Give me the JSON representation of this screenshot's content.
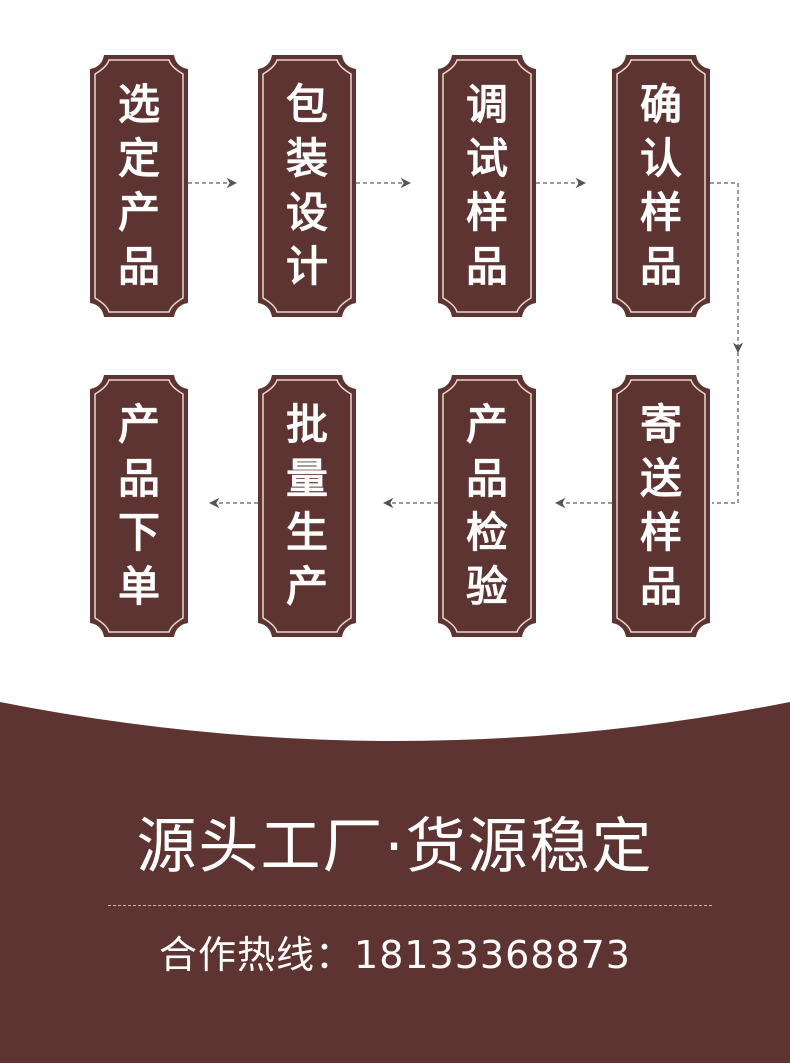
{
  "colors": {
    "plate": "#5e3432",
    "plate_border": "#e8d6cf",
    "connector": "#666666",
    "footer_bg": "#5e3432",
    "text": "#ffffff"
  },
  "steps": [
    {
      "chars": [
        "选",
        "定",
        "产",
        "品"
      ]
    },
    {
      "chars": [
        "包",
        "装",
        "设",
        "计"
      ]
    },
    {
      "chars": [
        "调",
        "试",
        "样",
        "品"
      ]
    },
    {
      "chars": [
        "确",
        "认",
        "样",
        "品"
      ]
    },
    {
      "chars": [
        "寄",
        "送",
        "样",
        "品"
      ]
    },
    {
      "chars": [
        "产",
        "品",
        "检",
        "验"
      ]
    },
    {
      "chars": [
        "批",
        "量",
        "生",
        "产"
      ]
    },
    {
      "chars": [
        "产",
        "品",
        "下",
        "单"
      ]
    }
  ],
  "footer": {
    "slogan": "源头工厂·货源稳定",
    "hotline": "合作热线：18133368873"
  }
}
